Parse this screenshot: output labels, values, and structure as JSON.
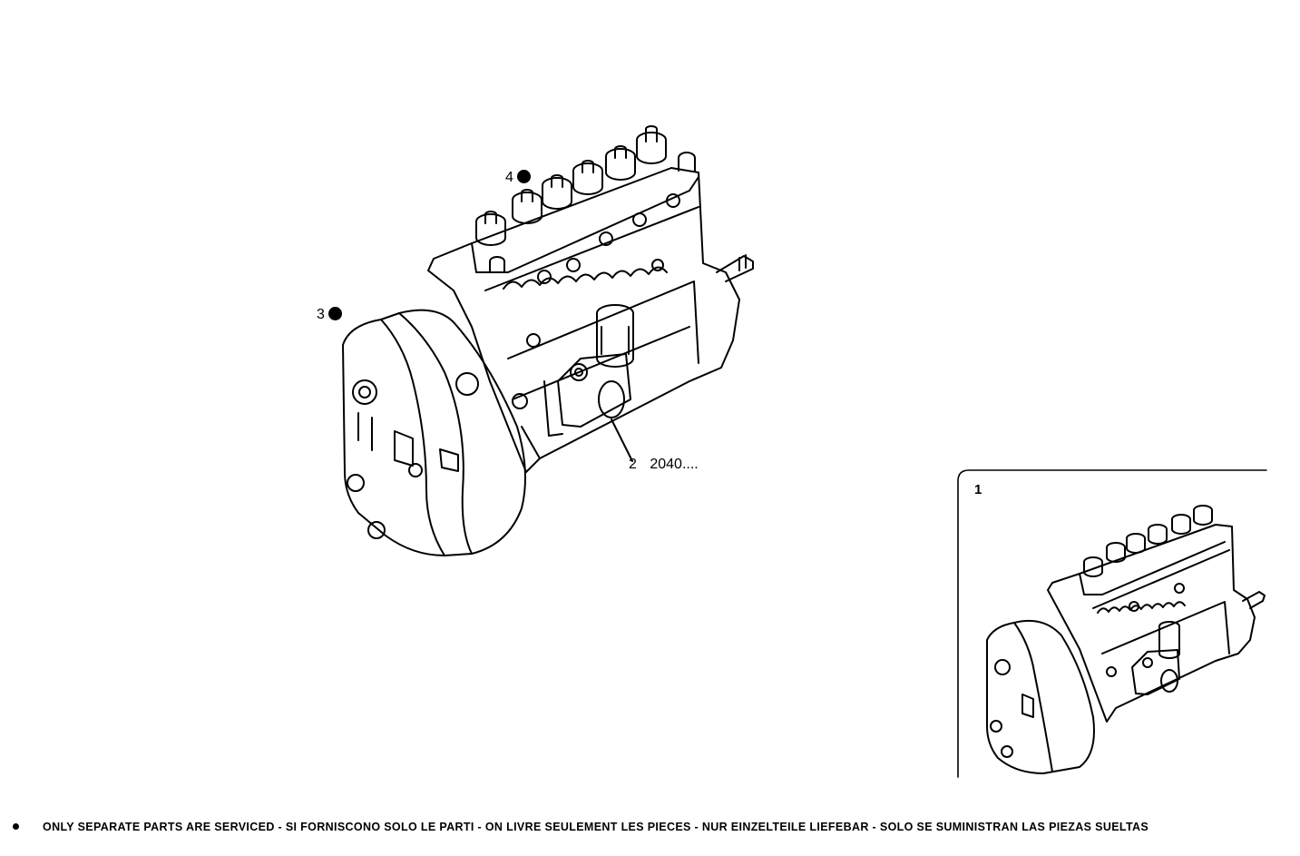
{
  "callouts": {
    "item_3": "3",
    "item_4": "4",
    "item_2": "2",
    "item_2_ref": "2040....",
    "inset_item_1": "1"
  },
  "footer": {
    "note": "ONLY SEPARATE PARTS ARE SERVICED - SI FORNISCONO SOLO LE PARTI - ON LIVRE SEULEMENT LES PIECES - NUR EINZELTEILE LIEFEBAR - SOLO SE SUMINISTRAN LAS PIEZAS SUELTAS"
  },
  "colors": {
    "ink": "#000000",
    "paper": "#ffffff"
  }
}
